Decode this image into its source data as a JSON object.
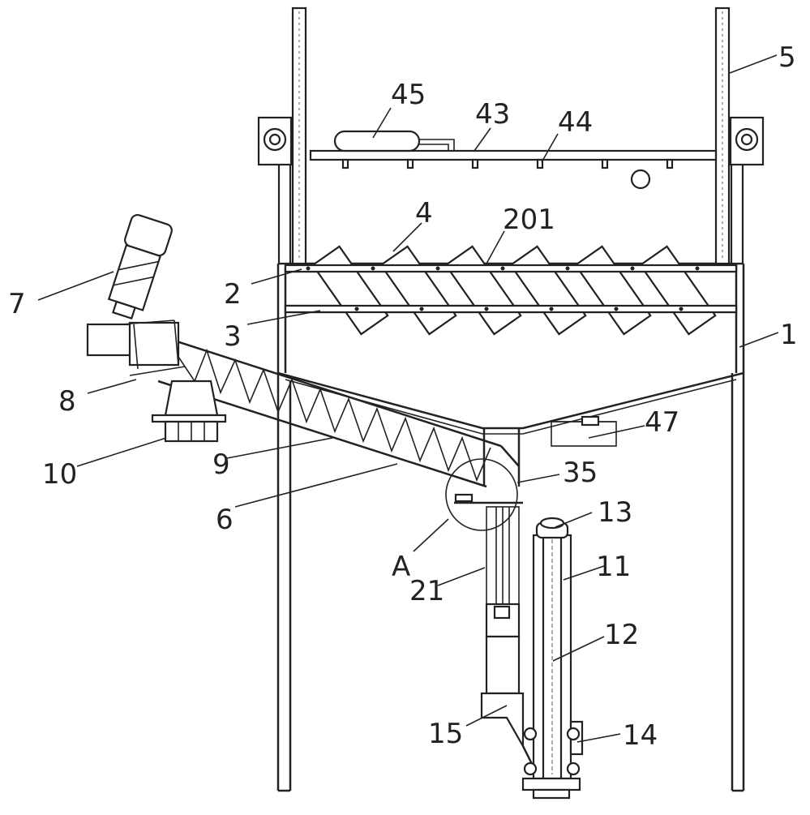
{
  "labels": {
    "l1": "1",
    "l2": "2",
    "l3": "3",
    "l4": "4",
    "l5": "5",
    "l6": "6",
    "l7": "7",
    "l8": "8",
    "l9": "9",
    "l10": "10",
    "l11": "11",
    "l12": "12",
    "l13": "13",
    "l14": "14",
    "l15": "15",
    "l21": "21",
    "l35": "35",
    "l43": "43",
    "l44": "44",
    "l45": "45",
    "l47": "47",
    "l201": "201",
    "lA": "A"
  }
}
